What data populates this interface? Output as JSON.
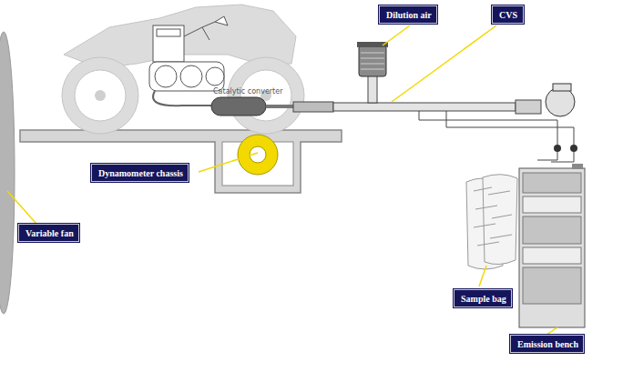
{
  "diagram": {
    "nodes": [
      {
        "text": [
          "Dilution air"
        ]
      },
      {
        "text": [
          "CVS"
        ]
      },
      {
        "text": [
          "Dynamometer chassis"
        ]
      },
      {
        "text": [
          "Variable fan"
        ]
      },
      {
        "text": [
          "Sample bag"
        ]
      },
      {
        "text": [
          "Emission bench"
        ]
      }
    ],
    "labels": [
      "Catalytic converter"
    ]
  }
}
